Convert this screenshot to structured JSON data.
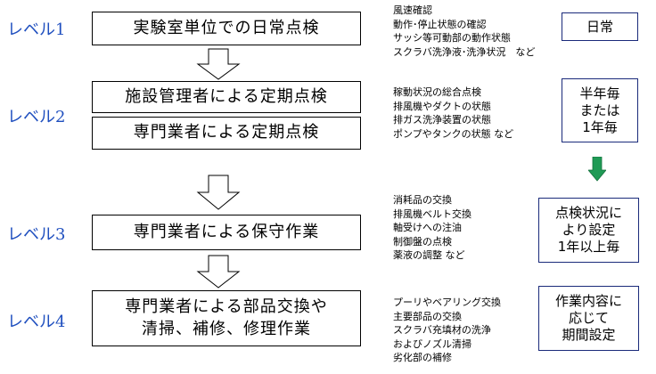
{
  "levels": [
    {
      "label": "レベル1",
      "boxes": [
        "実験室単位での日常点検"
      ],
      "details": [
        "風速確認",
        "動作･停止状態の確認",
        "サッシ等可動部の動作状態",
        "スクラバ洗浄液･洗浄状況　など"
      ],
      "frequency": [
        "日常"
      ]
    },
    {
      "label": "レベル2",
      "boxes": [
        "施設管理者による定期点検",
        "専門業者による定期点検"
      ],
      "details": [
        "稼動状況の総合点検",
        "排風機やダクトの状態",
        "排ガス洗浄装置の状態",
        "ポンプやタンクの状態 など"
      ],
      "frequency": [
        "半年毎",
        "または",
        "1年毎"
      ]
    },
    {
      "label": "レベル3",
      "boxes": [
        "専門業者による保守作業"
      ],
      "details": [
        "消耗品の交換",
        "排風機ベルト交換",
        "軸受けへの注油",
        "制御盤の点検",
        "薬液の調整 など"
      ],
      "frequency": [
        "点検状況に",
        "より設定",
        "1年以上毎"
      ]
    },
    {
      "label": "レベル4",
      "boxes": [
        "専門業者による部品交換や",
        "清掃、補修、修理作業"
      ],
      "details": [
        "プーリやベアリング交換",
        "主要部品の交換",
        "スクラバ充填材の洗浄",
        "およびノズル清掃",
        "劣化部の補修"
      ],
      "frequency": [
        "作業内容に",
        "応じて",
        "期間設定"
      ]
    }
  ],
  "colors": {
    "level_label": "#1f4fbf",
    "frequency_border": "#1a2a7a",
    "green_arrow": "#1f9a55"
  }
}
